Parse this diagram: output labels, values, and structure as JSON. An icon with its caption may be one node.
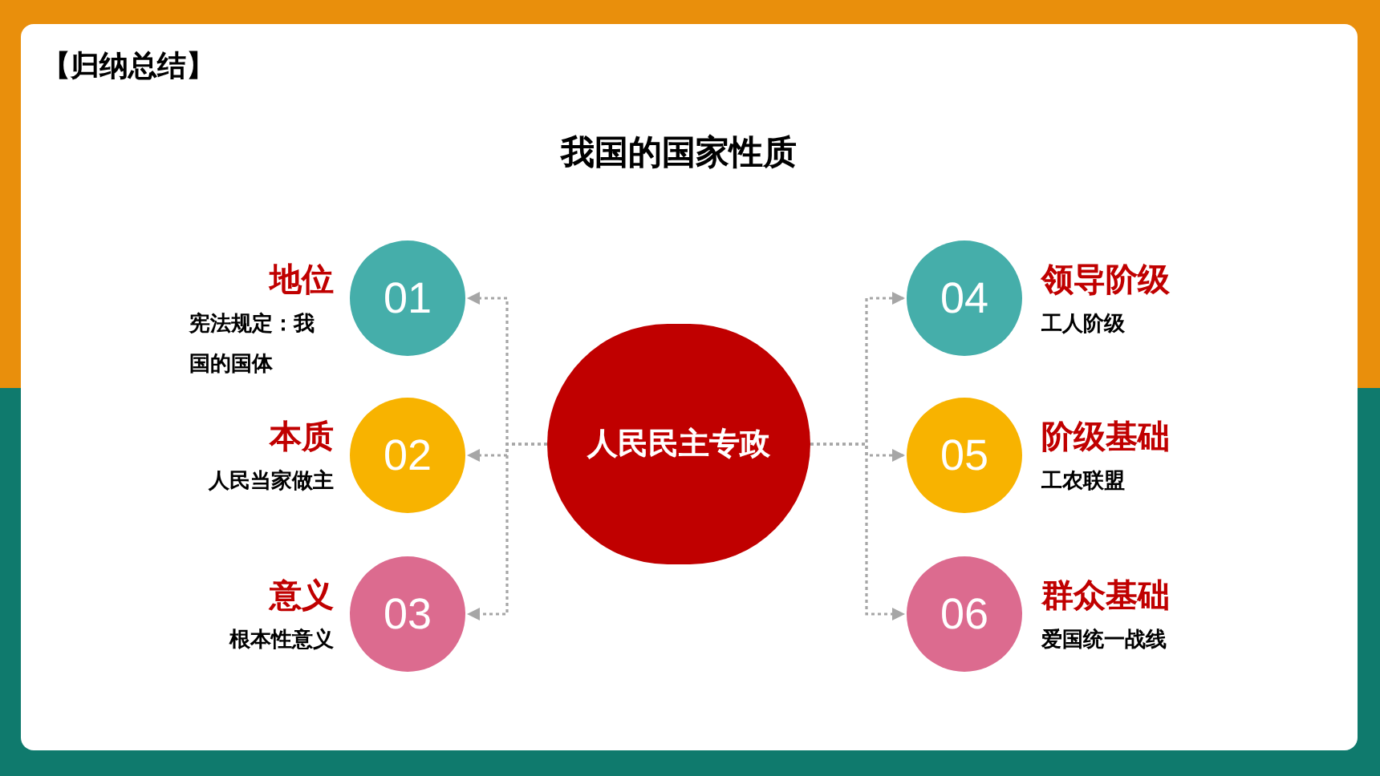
{
  "diagram": {
    "title": "我国的国家性质",
    "nodes": [
      {
        "text": [
          "人民民主专政"
        ]
      },
      {
        "text": [
          "01"
        ],
        "beside": [
          "地位",
          "宪法规定：我国的国体"
        ]
      },
      {
        "text": [
          "02"
        ],
        "beside": [
          "本质",
          "人民当家做主"
        ]
      },
      {
        "text": [
          "03"
        ],
        "beside": [
          "意义",
          "根本性意义"
        ]
      },
      {
        "text": [
          "04"
        ],
        "beside": [
          "领导阶级",
          "工人阶级"
        ]
      },
      {
        "text": [
          "05"
        ],
        "beside": [
          "阶级基础",
          "工农联盟"
        ]
      },
      {
        "text": [
          "06"
        ],
        "beside": [
          "群众基础",
          "爱国统一战线"
        ]
      }
    ],
    "edges": [
      {
        "from": 0,
        "to": 1,
        "arrow": "to",
        "style": "dashed"
      },
      {
        "from": 0,
        "to": 2,
        "arrow": "to",
        "style": "dashed"
      },
      {
        "from": 0,
        "to": 3,
        "arrow": "to",
        "style": "dashed"
      },
      {
        "from": 0,
        "to": 4,
        "arrow": "to",
        "style": "dashed"
      },
      {
        "from": 0,
        "to": 5,
        "arrow": "to",
        "style": "dashed"
      },
      {
        "from": 0,
        "to": 6,
        "arrow": "to",
        "style": "dashed"
      }
    ],
    "labels": [
      "【归纳总结】"
    ]
  }
}
